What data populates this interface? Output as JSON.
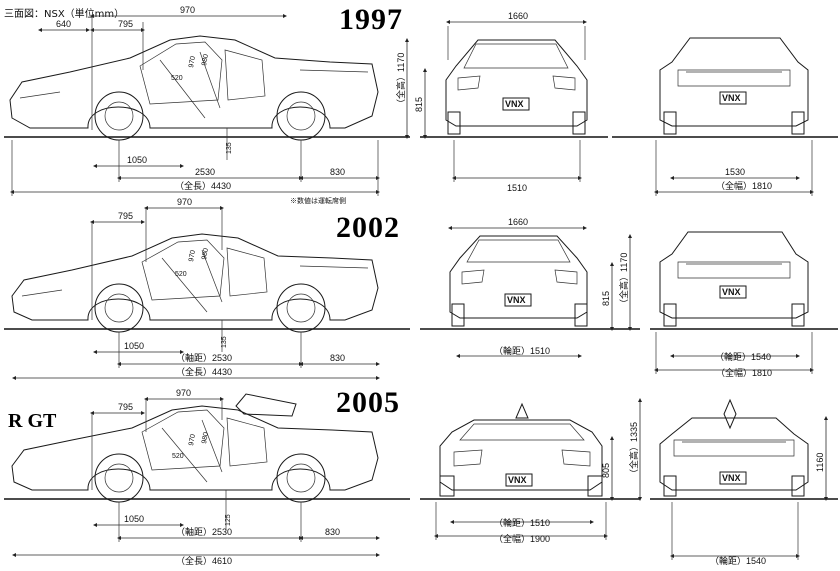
{
  "header": {
    "title": "三面図：NSX（単位mm）"
  },
  "footnote": "※数値は運転席側",
  "plate": {
    "text": "VNX"
  },
  "badge": {
    "text": "R GT"
  },
  "sections": [
    {
      "year": "1997",
      "side": {
        "d640": "640",
        "d795": "795",
        "d970": "970",
        "d1050": "1050",
        "d2530": "2530",
        "d830": "830",
        "d4430": "（全長）4430",
        "d520": "520",
        "d970b": "970",
        "d980": "980",
        "d135": "135"
      },
      "front": {
        "w1660": "1660",
        "w1510": "1510",
        "h1170": "（全高）1170",
        "h815": "815"
      },
      "rear": {
        "w1530": "1530",
        "w1810": "（全幅）1810"
      }
    },
    {
      "year": "2002",
      "side": {
        "d795": "795",
        "d970": "970",
        "d1050": "1050",
        "d2530": "（軸距）2530",
        "d830": "830",
        "d4430": "（全長）4430",
        "d520": "520",
        "d970b": "970",
        "d980": "980",
        "d135": "135"
      },
      "front": {
        "w1660": "1660",
        "w1510": "（輪距）1510",
        "h1170": "（全高）1170",
        "h815": "815"
      },
      "rear": {
        "w1540": "（輪距）1540",
        "w1810": "（全幅）1810"
      }
    },
    {
      "year": "2005",
      "side": {
        "d795": "795",
        "d970": "970",
        "d1050": "1050",
        "d2530": "（軸距）2530",
        "d830": "830",
        "d4610": "（全長）4610",
        "d520": "520",
        "d970b": "970",
        "d980": "980",
        "d125": "125"
      },
      "front": {
        "w1510": "（輪距）1510",
        "w1900": "（全幅）1900",
        "h805": "805"
      },
      "rear": {
        "w1540": "（輪距）1540",
        "h1335": "（全高）1335",
        "h1160": "1160"
      }
    }
  ]
}
